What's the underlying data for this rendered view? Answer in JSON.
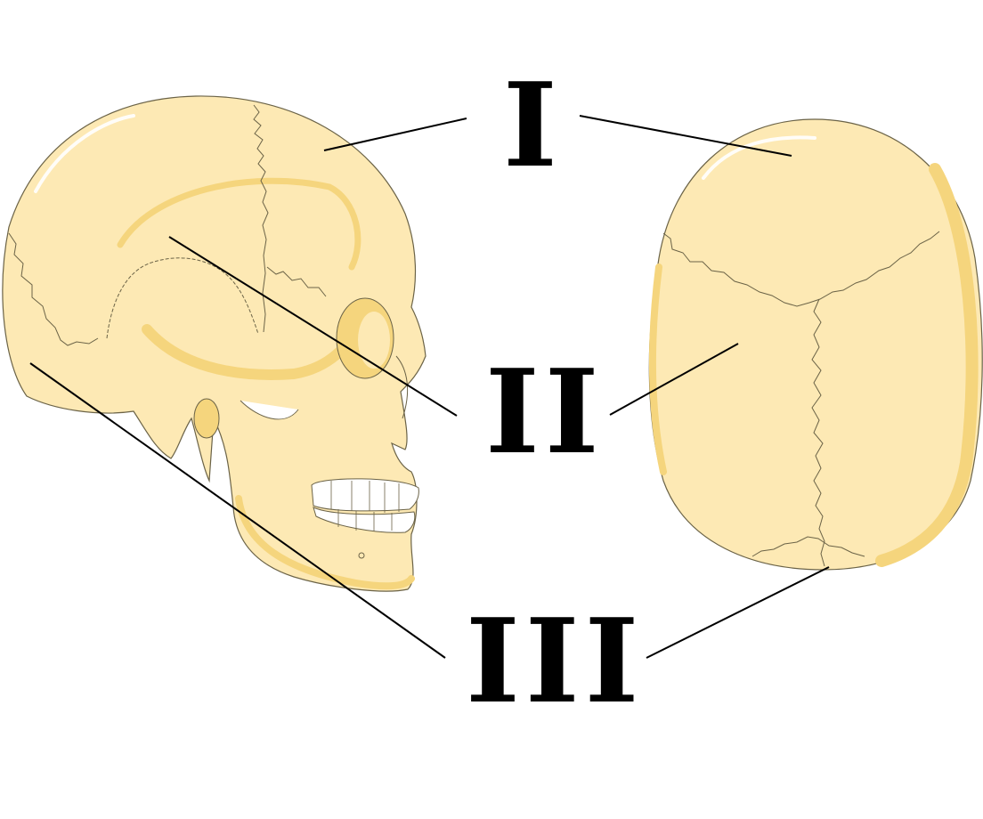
{
  "labels": {
    "one": "I",
    "two": "II",
    "three": "III"
  },
  "colors": {
    "bone": "#fde9b4",
    "bone_shadow": "#f5d57d",
    "bone_outline": "#6b6347",
    "teeth": "#ffffff",
    "leader_line": "#000000"
  }
}
